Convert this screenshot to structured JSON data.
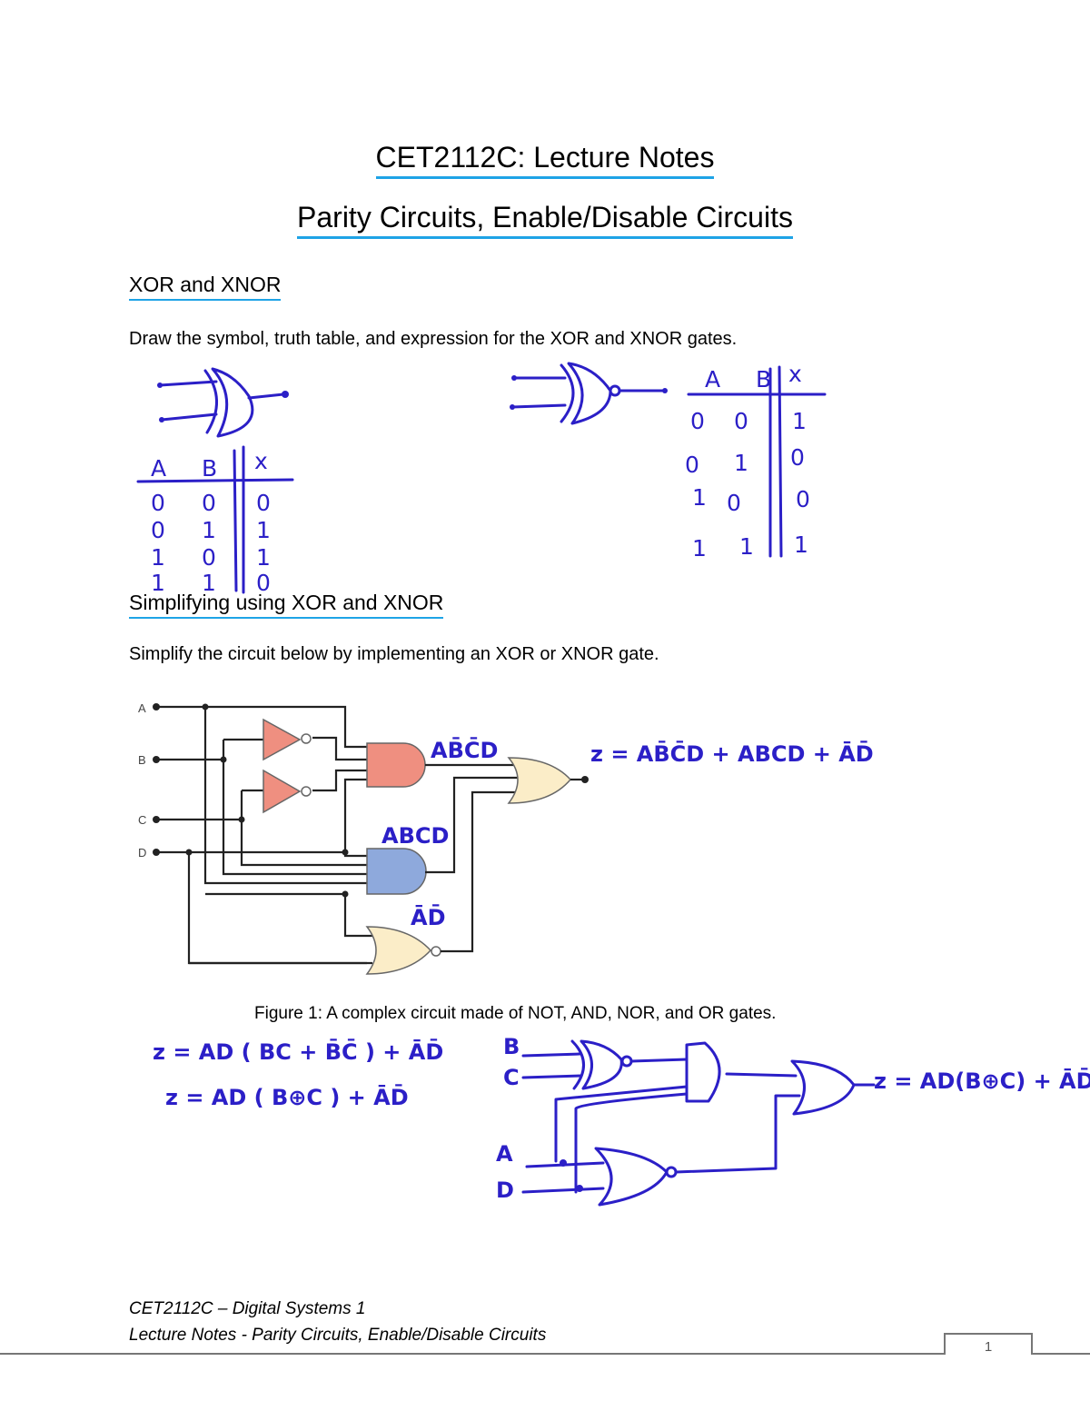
{
  "header": {
    "title": "CET2112C: Lecture Notes",
    "subtitle": "Parity Circuits, Enable/Disable Circuits"
  },
  "section1": {
    "heading": "XOR and XNOR",
    "instruction": "Draw the symbol, truth table, and expression for the XOR and XNOR gates."
  },
  "xor_table": {
    "headers": [
      "A",
      "B",
      "x"
    ],
    "rows": [
      [
        "0",
        "0",
        "0"
      ],
      [
        "0",
        "1",
        "1"
      ],
      [
        "1",
        "0",
        "1"
      ],
      [
        "1",
        "1",
        "0"
      ]
    ]
  },
  "xnor_table": {
    "headers": [
      "A",
      "B",
      "x"
    ],
    "rows": [
      [
        "0",
        "0",
        "1"
      ],
      [
        "0",
        "1",
        "0"
      ],
      [
        "1",
        "0",
        "0"
      ],
      [
        "1",
        "1",
        "1"
      ]
    ]
  },
  "section2": {
    "heading": "Simplifying using XOR and XNOR",
    "instruction": "Simplify the circuit below by implementing an XOR or XNOR gate."
  },
  "circuit": {
    "inputs": [
      "A",
      "B",
      "C",
      "D"
    ],
    "colors": {
      "not": "#ef8f80",
      "and1": "#ef8f80",
      "and2": "#8ea9dc",
      "nor": "#fbedc8",
      "or": "#fbedc8",
      "wire": "#222222"
    }
  },
  "annotations": {
    "and1_term": "AB̄C̄D",
    "and2_term": "ABCD",
    "nor_term": "ĀD̄",
    "output_expr": "z = AB̄C̄D + ABCD + ĀD̄"
  },
  "figure": {
    "caption": "Figure 1: A complex circuit made of NOT, AND, NOR, and OR gates."
  },
  "solution": {
    "line1": "z = AD ( BC + B̄C̄ ) + ĀD̄",
    "line2": "z = AD ( B⊕C ) + ĀD̄",
    "inputs_top": [
      "B",
      "C"
    ],
    "inputs_bottom": [
      "A",
      "D"
    ],
    "output": "z = AD(B⊕C) + ĀD̄"
  },
  "footer": {
    "course": "CET2112C – Digital Systems 1",
    "doc": "Lecture Notes - Parity Circuits, Enable/Disable Circuits",
    "page": "1"
  }
}
